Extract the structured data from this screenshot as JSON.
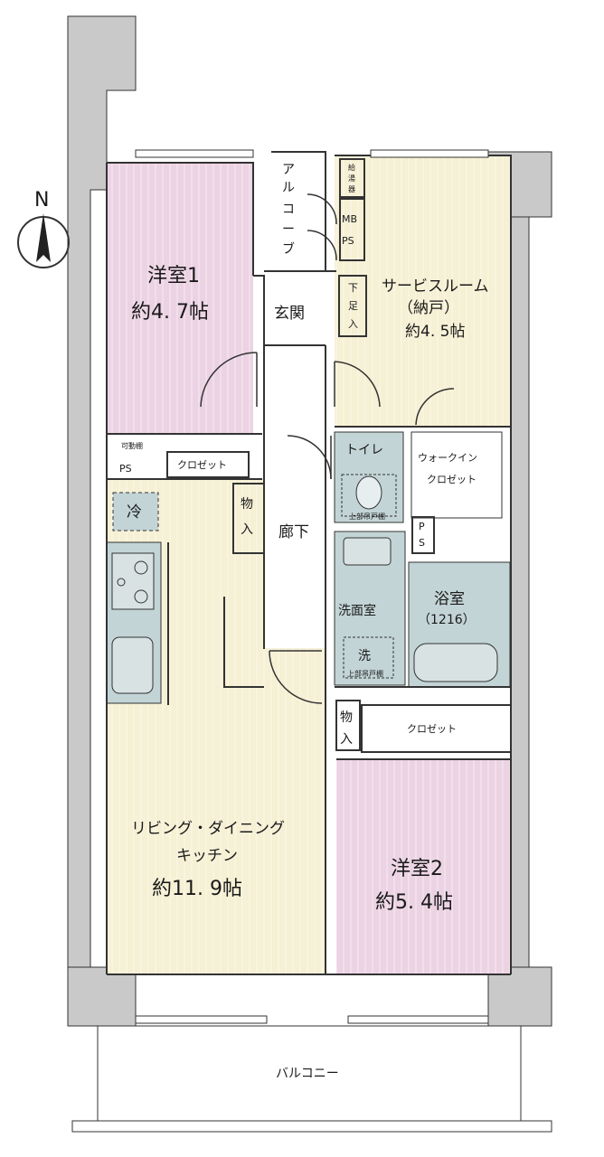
{
  "compass": {
    "letter": "N"
  },
  "rooms": {
    "western1": {
      "name": "洋室1",
      "size": "約4. 7帖"
    },
    "service": {
      "name": "サービスルーム",
      "sub": "（納戸）",
      "size": "約4. 5帖"
    },
    "ldk": {
      "name1": "リビング・ダイニング",
      "name2": "キッチン",
      "size": "約11. 9帖"
    },
    "western2": {
      "name": "洋室2",
      "size": "約5. 4帖"
    },
    "toilet": "トイレ",
    "toilet_cabinet": "上部吊戸棚",
    "washroom": "洗面室",
    "wash": "洗",
    "wash_cabinet": "上部吊戸棚",
    "bath": "浴室",
    "bath_size": "（1216）",
    "walkin": [
      "ウォークイン",
      "クロゼット"
    ],
    "entrance": "玄関",
    "hallway": "廊下",
    "alcove": [
      "ア",
      "ル",
      "コ",
      "ー",
      "ブ"
    ],
    "balcony": "バルコニー"
  },
  "fixtures": {
    "closet1": "クロゼット",
    "closet2": "クロゼット",
    "shoes": [
      "下",
      "足",
      "入"
    ],
    "storage1": [
      "物",
      "入"
    ],
    "storage2": [
      "物",
      "入"
    ],
    "fridge": "冷",
    "ps1": "PS",
    "ps2": [
      "P",
      "S"
    ],
    "mb": "MB",
    "mb_ps": "PS",
    "water_heater": [
      "給",
      "湯",
      "器"
    ],
    "movable_shelf": "可動棚"
  },
  "colors": {
    "wall": "#c9c9c9",
    "western": "#ecd3e3",
    "ldk": "#f6f0d4",
    "service": "#f6f0d4",
    "wet": "#c3d4d6",
    "corridor": "#ffffff",
    "line": "#333333"
  }
}
